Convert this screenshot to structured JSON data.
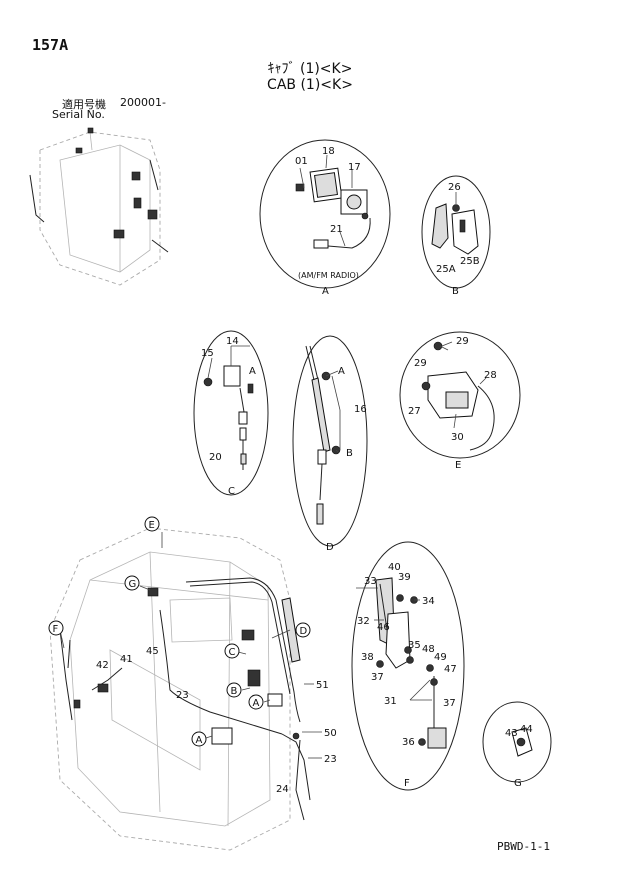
{
  "header": {
    "page_code": "157A",
    "title_jp": "ｷｬﾌﾞ (1)<K>",
    "title_en": "CAB (1)<K>",
    "serial_label_jp": "適用号機",
    "serial_number": "200001-",
    "serial_label_en": "Serial No."
  },
  "footer": {
    "code": "PBWD-1-1"
  },
  "details": {
    "A": {
      "letter": "A",
      "caption": "(AM/FM RADIO)",
      "labels": {
        "p01": "01",
        "p18": "18",
        "p17": "17",
        "p21": "21"
      }
    },
    "B": {
      "letter": "B",
      "labels": {
        "p26": "26",
        "p25A": "25A",
        "p25B": "25B"
      }
    },
    "C": {
      "letter": "C",
      "labels": {
        "p14": "14",
        "p15": "15",
        "pA": "A",
        "p20": "20"
      }
    },
    "D": {
      "letter": "D",
      "labels": {
        "pA": "A",
        "p16": "16",
        "pB": "B"
      }
    },
    "E": {
      "letter": "E",
      "labels": {
        "p29a": "29",
        "p29b": "29",
        "p28": "28",
        "p27": "27",
        "p30": "30"
      }
    },
    "F": {
      "letter": "F",
      "labels": {
        "p40": "40",
        "p39": "39",
        "p33": "33",
        "p34": "34",
        "p32": "32",
        "p46": "46",
        "p35": "35",
        "p48": "48",
        "p38": "38",
        "p49": "49",
        "p37a": "37",
        "p47": "47",
        "p31": "31",
        "p37b": "37",
        "p36": "36"
      }
    },
    "G": {
      "letter": "G",
      "labels": {
        "p43": "43",
        "p44": "44"
      }
    }
  },
  "main_view": {
    "markers": {
      "E": "E",
      "G": "G",
      "F": "F",
      "D": "D",
      "C": "C",
      "B": "B",
      "A1": "A",
      "A2": "A"
    },
    "labels": {
      "p42": "42",
      "p41": "41",
      "p45": "45",
      "p23a": "23",
      "p51": "51",
      "p50": "50",
      "p23b": "23",
      "p24": "24"
    }
  }
}
